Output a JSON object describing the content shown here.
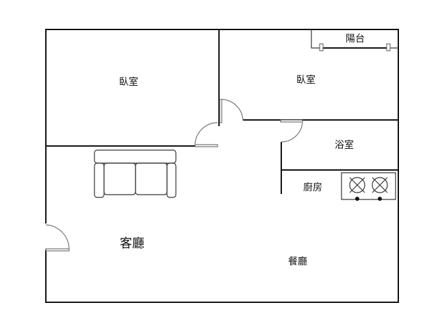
{
  "rooms": {
    "bedroom_left": "臥室",
    "bedroom_right": "臥室",
    "balcony": "陽台",
    "bathroom": "浴室",
    "kitchen": "廚房",
    "living_room": "客廳",
    "dining_room": "餐廳"
  },
  "colors": {
    "wall": "#111111",
    "door_arc": "#777777"
  }
}
